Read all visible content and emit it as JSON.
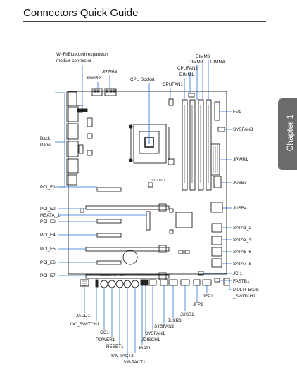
{
  "header": {
    "title": "Connectors Quick Guide",
    "chapter": "Chapter 1"
  },
  "labels": {
    "wifi": [
      "Wi-Fi/Bluetooth expansion",
      "module connector"
    ],
    "jpwr3": "JPWR3",
    "jpwr2": "JPWR2",
    "cpu_socket": "CPU Socket",
    "cpufan1": "CPUFAN1",
    "dimm1": "DIMM1",
    "cpufan2": "CPUFAN2",
    "dimm2": "DIMM2",
    "dimm3": "DIMM3",
    "dimm4": "DIMM4",
    "fv1": "FV1",
    "sysfan3": "SYSFAN3",
    "back_panel": [
      "Back",
      "Panel"
    ],
    "jpwr1": "JPWR1",
    "jusb3": "JUSB3",
    "pci_e1": "PCI_E1",
    "pci_e2": "PCI_E2",
    "msata_1": "MSATA_1",
    "pci_e3": "PCI_E3",
    "jusb4": "JUSB4",
    "sata1_2": "SATA1_2",
    "pci_e4": "PCI_E4",
    "sata3_4": "SATA3_4",
    "pci_e5": "PCI_E5",
    "sata5_6": "SATA5_6",
    "pci_e6": "PCI_E6",
    "sata7_8": "SATA7_8",
    "jci1": "JCI1",
    "pci_e7": "PCI_E7",
    "fastb1": "FASTB1",
    "multi_bios": [
      "MULTI_BIOS",
      "_SWITCH1"
    ],
    "jfp1": "JFP1",
    "jfp2": "JFP2",
    "jusb1": "JUSB1",
    "jusb2": "JUSB2",
    "jaud1": "JAUD1",
    "oc_switch1": "OC_SWITCH1",
    "oc1": "OC1",
    "power1": "POWER1",
    "reset1": "RESET1",
    "sw_tact2": "SW-TACT2",
    "sw_tact1": "SW-TACT1",
    "jbat1": "JBAT1",
    "jdisch1": "JDISCH1",
    "sysfan1": "SYSFAN1",
    "sysfan2": "SYSFAN2"
  }
}
